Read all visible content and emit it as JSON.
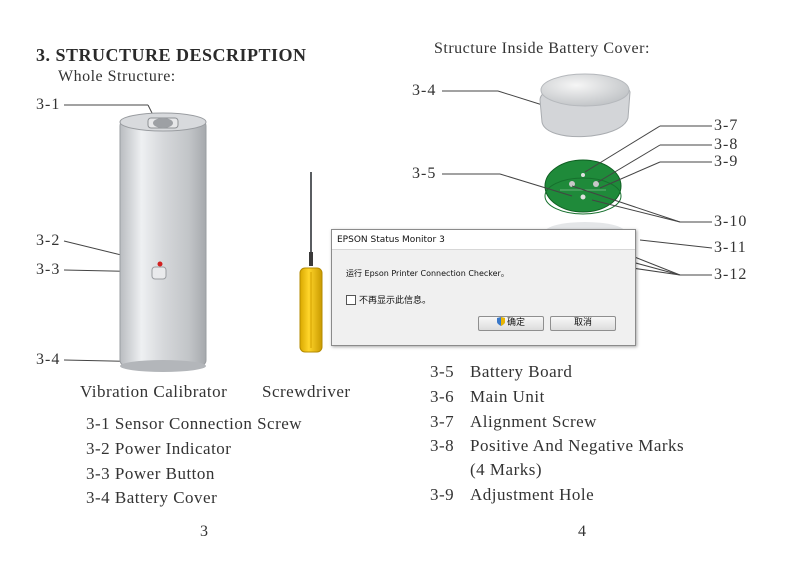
{
  "left_page": {
    "heading": "3. STRUCTURE DESCRIPTION",
    "subheading": "Whole Structure:",
    "callouts": [
      "3-1",
      "3-2",
      "3-3",
      "3-4"
    ],
    "caption_calibrator": "Vibration Calibrator",
    "caption_screwdriver": "Screwdriver",
    "legend": [
      "3-1 Sensor Connection Screw",
      "3-2 Power Indicator",
      "3-3 Power Button",
      "3-4 Battery Cover"
    ],
    "page_number": "3"
  },
  "right_page": {
    "subheading": "Structure Inside Battery Cover:",
    "callouts": [
      "3-4",
      "3-5",
      "3-7",
      "3-8",
      "3-9",
      "3-10",
      "3-11",
      "3-12"
    ],
    "legend": [
      {
        "num": "3-5",
        "text": "Battery Board"
      },
      {
        "num": "3-6",
        "text": "Main Unit"
      },
      {
        "num": "3-7",
        "text": "Alignment Screw"
      },
      {
        "num": "3-8",
        "text": "Positive And Negative Marks"
      },
      {
        "num": "",
        "text": "(4 Marks)"
      },
      {
        "num": "3-9",
        "text": "Adjustment Hole"
      }
    ],
    "page_number": "4"
  },
  "dialog": {
    "title": "EPSON Status Monitor 3",
    "message": "运行 Epson Printer Connection Checker。",
    "checkbox_label": "不再显示此信息。",
    "ok_label": "确定",
    "cancel_label": "取消"
  },
  "colors": {
    "board_green": "#1f8a3a",
    "indicator_red": "#d22020",
    "handle_yellow": "#f2c400"
  }
}
